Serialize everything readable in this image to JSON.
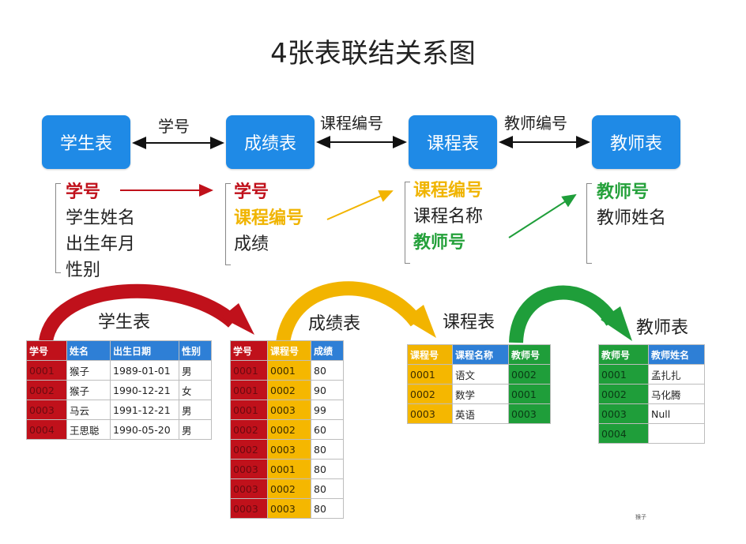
{
  "title": "4张表联结关系图",
  "entities": [
    "学生表",
    "成绩表",
    "课程表",
    "教师表"
  ],
  "relations": [
    "学号",
    "课程编号",
    "教师编号"
  ],
  "fields": {
    "student": [
      {
        "text": "学号",
        "color": "red"
      },
      {
        "text": "学生姓名",
        "color": "plain"
      },
      {
        "text": "出生年月",
        "color": "plain"
      },
      {
        "text": "性别",
        "color": "plain"
      }
    ],
    "score": [
      {
        "text": "学号",
        "color": "red"
      },
      {
        "text": "课程编号",
        "color": "yellow"
      },
      {
        "text": "成绩",
        "color": "plain"
      }
    ],
    "course": [
      {
        "text": "课程编号",
        "color": "yellow"
      },
      {
        "text": "课程名称",
        "color": "plain"
      },
      {
        "text": "教师号",
        "color": "green"
      }
    ],
    "teacher": [
      {
        "text": "教师号",
        "color": "green"
      },
      {
        "text": "教师姓名",
        "color": "plain"
      }
    ]
  },
  "table_names": [
    "学生表",
    "成绩表",
    "课程表",
    "教师表"
  ],
  "colors": {
    "entity_blue": "#1f8ae6",
    "red": "#c0111b",
    "yellow": "#f2b400",
    "green": "#1f9e3a"
  },
  "tables": {
    "student": {
      "headers": [
        {
          "text": "学号",
          "color": "red"
        },
        {
          "text": "姓名",
          "color": "blue"
        },
        {
          "text": "出生日期",
          "color": "blue"
        },
        {
          "text": "性别",
          "color": "blue"
        }
      ],
      "col_colors": [
        "red",
        "white",
        "white",
        "white"
      ],
      "rows": [
        [
          "0001",
          "猴子",
          "1989-01-01",
          "男"
        ],
        [
          "0002",
          "猴子",
          "1990-12-21",
          "女"
        ],
        [
          "0003",
          "马云",
          "1991-12-21",
          "男"
        ],
        [
          "0004",
          "王思聪",
          "1990-05-20",
          "男"
        ]
      ]
    },
    "score": {
      "headers": [
        {
          "text": "学号",
          "color": "red"
        },
        {
          "text": "课程号",
          "color": "yellow"
        },
        {
          "text": "成绩",
          "color": "blue"
        }
      ],
      "col_colors": [
        "red",
        "yellow",
        "white"
      ],
      "rows": [
        [
          "0001",
          "0001",
          "80"
        ],
        [
          "0001",
          "0002",
          "90"
        ],
        [
          "0001",
          "0003",
          "99"
        ],
        [
          "0002",
          "0002",
          "60"
        ],
        [
          "0002",
          "0003",
          "80"
        ],
        [
          "0003",
          "0001",
          "80"
        ],
        [
          "0003",
          "0002",
          "80"
        ],
        [
          "0003",
          "0003",
          "80"
        ]
      ]
    },
    "course": {
      "headers": [
        {
          "text": "课程号",
          "color": "yellow"
        },
        {
          "text": "课程名称",
          "color": "blue"
        },
        {
          "text": "教师号",
          "color": "green"
        }
      ],
      "col_colors": [
        "yellow",
        "white",
        "green"
      ],
      "rows": [
        [
          "0001",
          "语文",
          "0002"
        ],
        [
          "0002",
          "数学",
          "0001"
        ],
        [
          "0003",
          "英语",
          "0003"
        ]
      ]
    },
    "teacher": {
      "headers": [
        {
          "text": "教师号",
          "color": "green"
        },
        {
          "text": "教师姓名",
          "color": "blue"
        }
      ],
      "col_colors": [
        "green",
        "white"
      ],
      "rows": [
        [
          "0001",
          "孟扎扎"
        ],
        [
          "0002",
          "马化腾"
        ],
        [
          "0003",
          "Null"
        ],
        [
          "0004",
          ""
        ]
      ]
    }
  },
  "watermark": "猴子"
}
